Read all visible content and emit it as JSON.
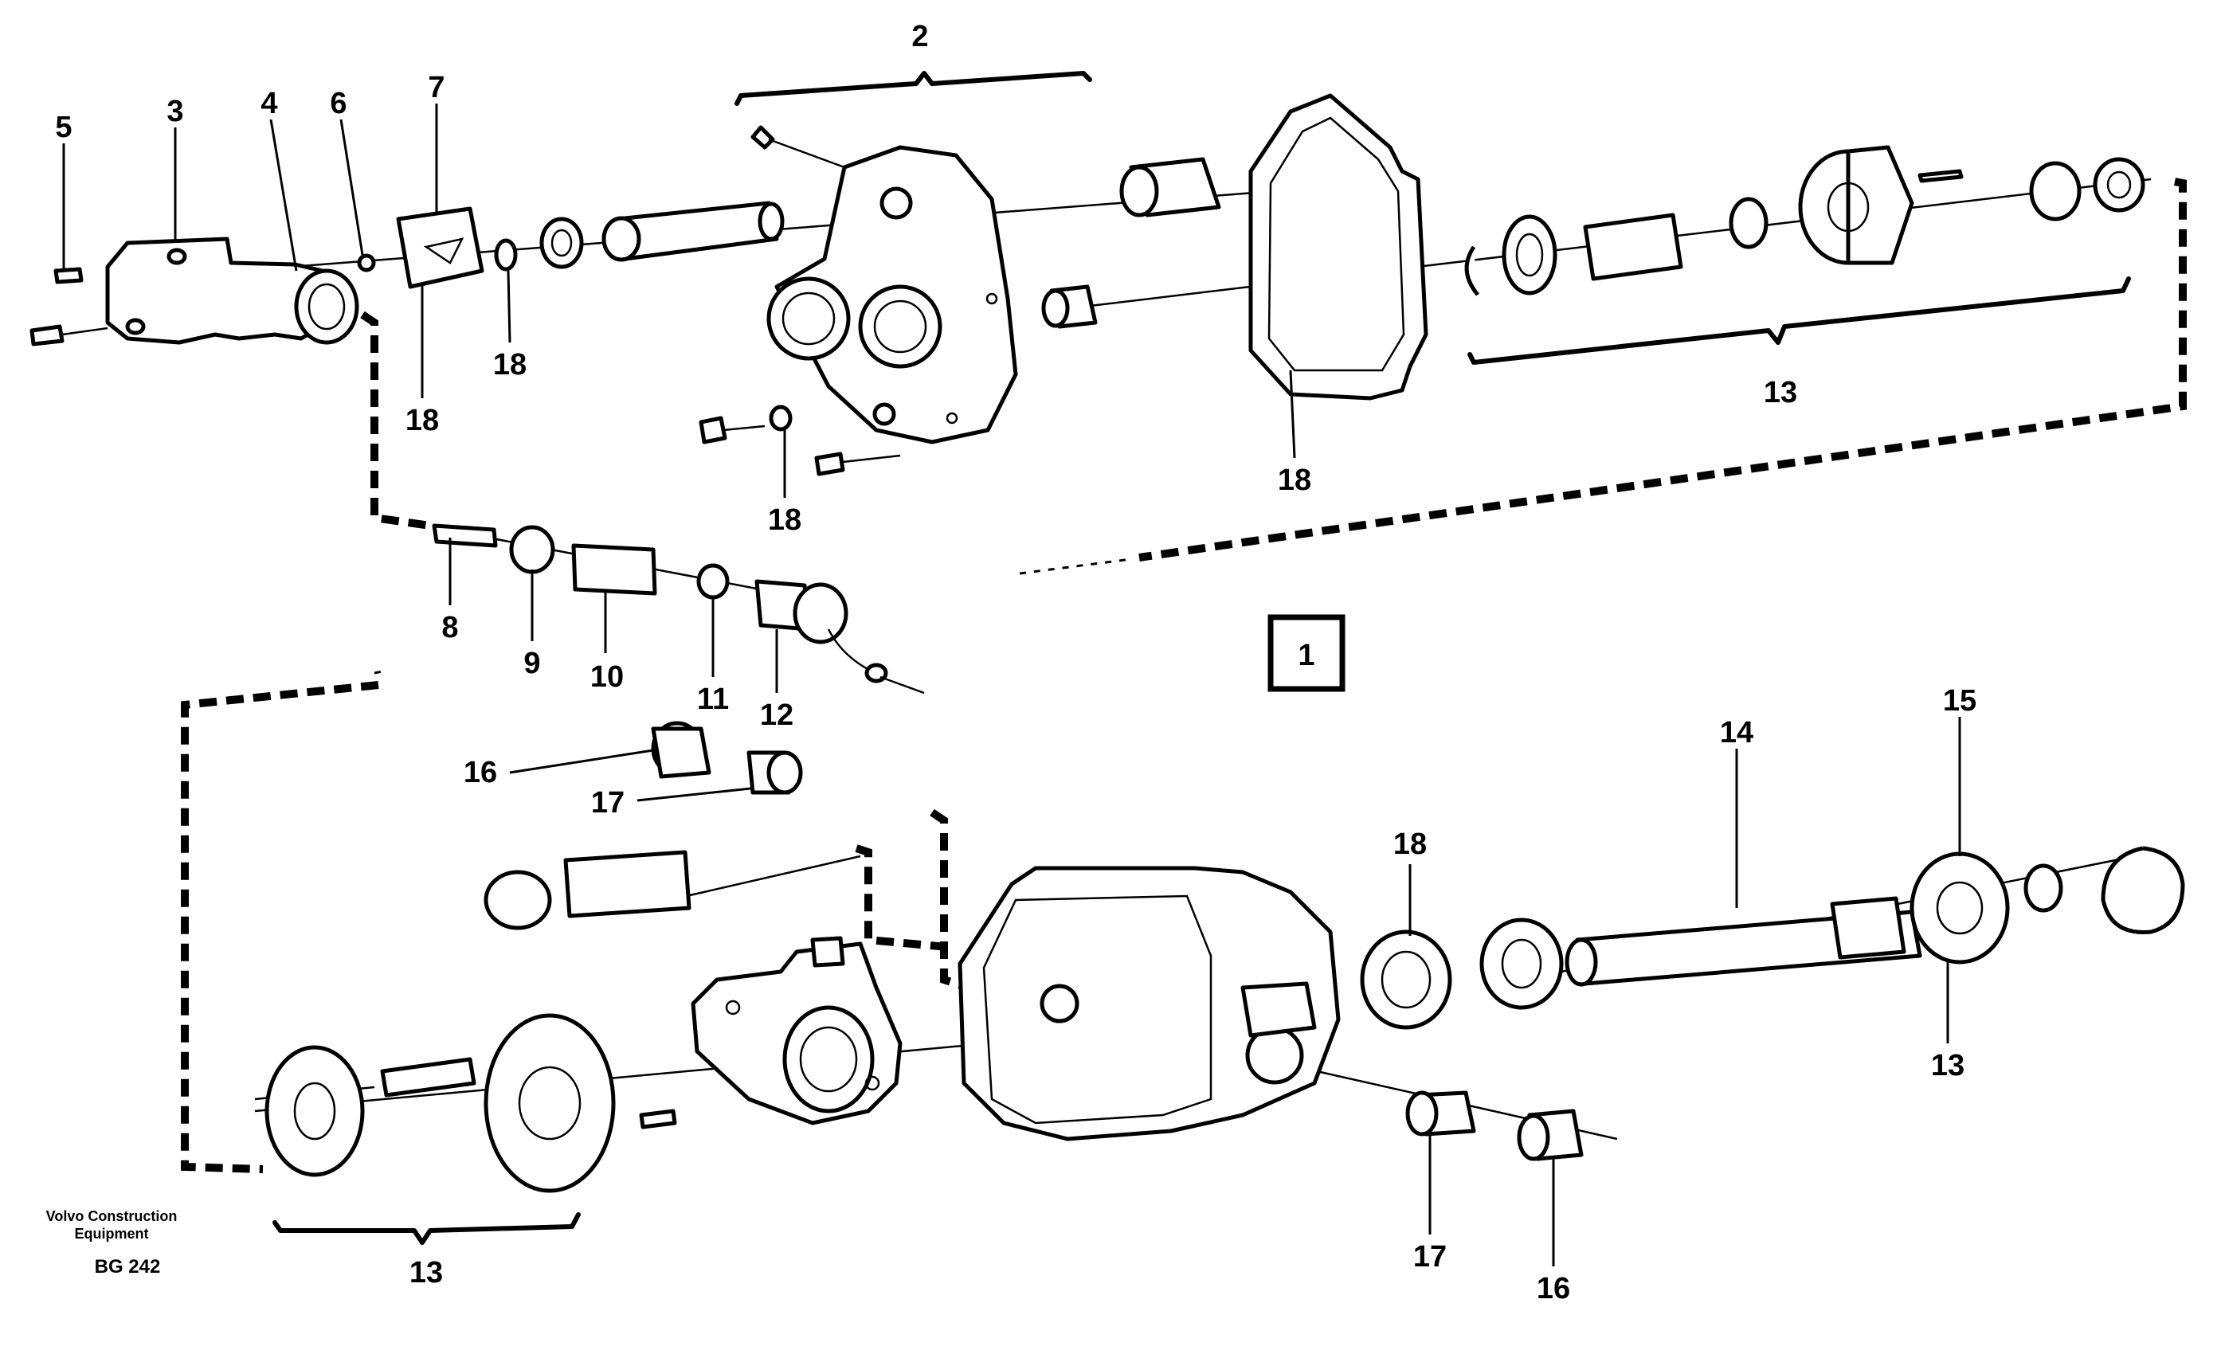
{
  "callouts": {
    "c5": "5",
    "c3": "3",
    "c4": "4",
    "c6": "6",
    "c7": "7",
    "c18a": "18",
    "c18b": "18",
    "c18c": "18",
    "c18d": "18",
    "c18e": "18",
    "c2": "2",
    "c13a": "13",
    "c13b": "13",
    "c13c": "13",
    "c8": "8",
    "c9": "9",
    "c10": "10",
    "c11": "11",
    "c12": "12",
    "c16a": "16",
    "c16b": "16",
    "c17a": "17",
    "c17b": "17",
    "c14": "14",
    "c15": "15"
  },
  "group_box_label": "1",
  "footer": {
    "line1": "Volvo Construction",
    "line2": "Equipment",
    "code": "BG 242"
  }
}
